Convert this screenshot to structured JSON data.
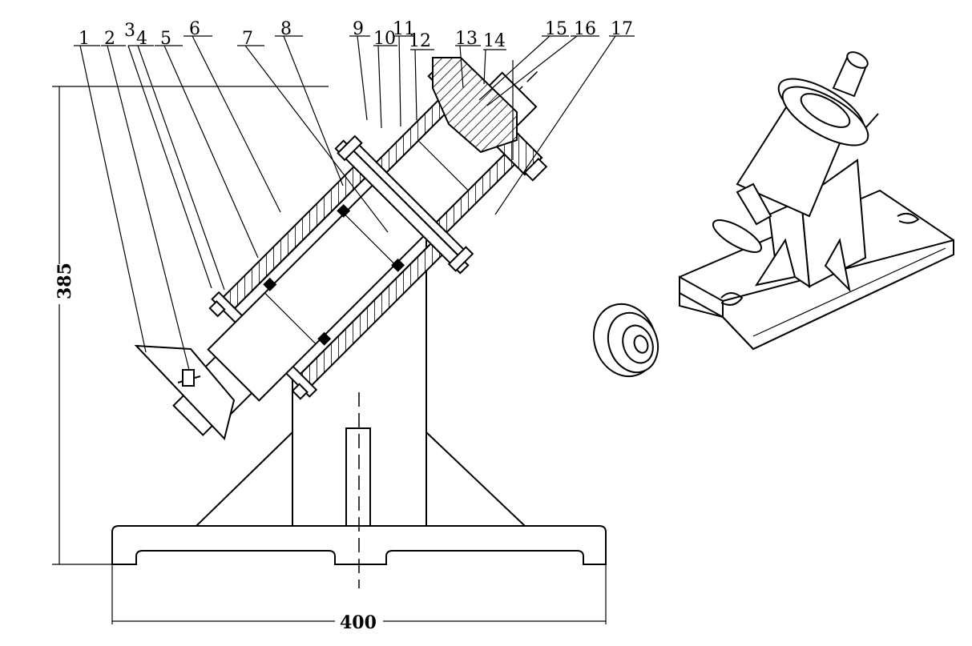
{
  "part_labels": [
    "1",
    "2",
    "3",
    "4",
    "5",
    "6",
    "7",
    "8",
    "9",
    "10",
    "11",
    "12",
    "13",
    "14",
    "15",
    "16",
    "17"
  ],
  "dimensions": {
    "height": "385",
    "width": "400"
  },
  "colors": {
    "line": "#000000",
    "background": "#ffffff"
  }
}
